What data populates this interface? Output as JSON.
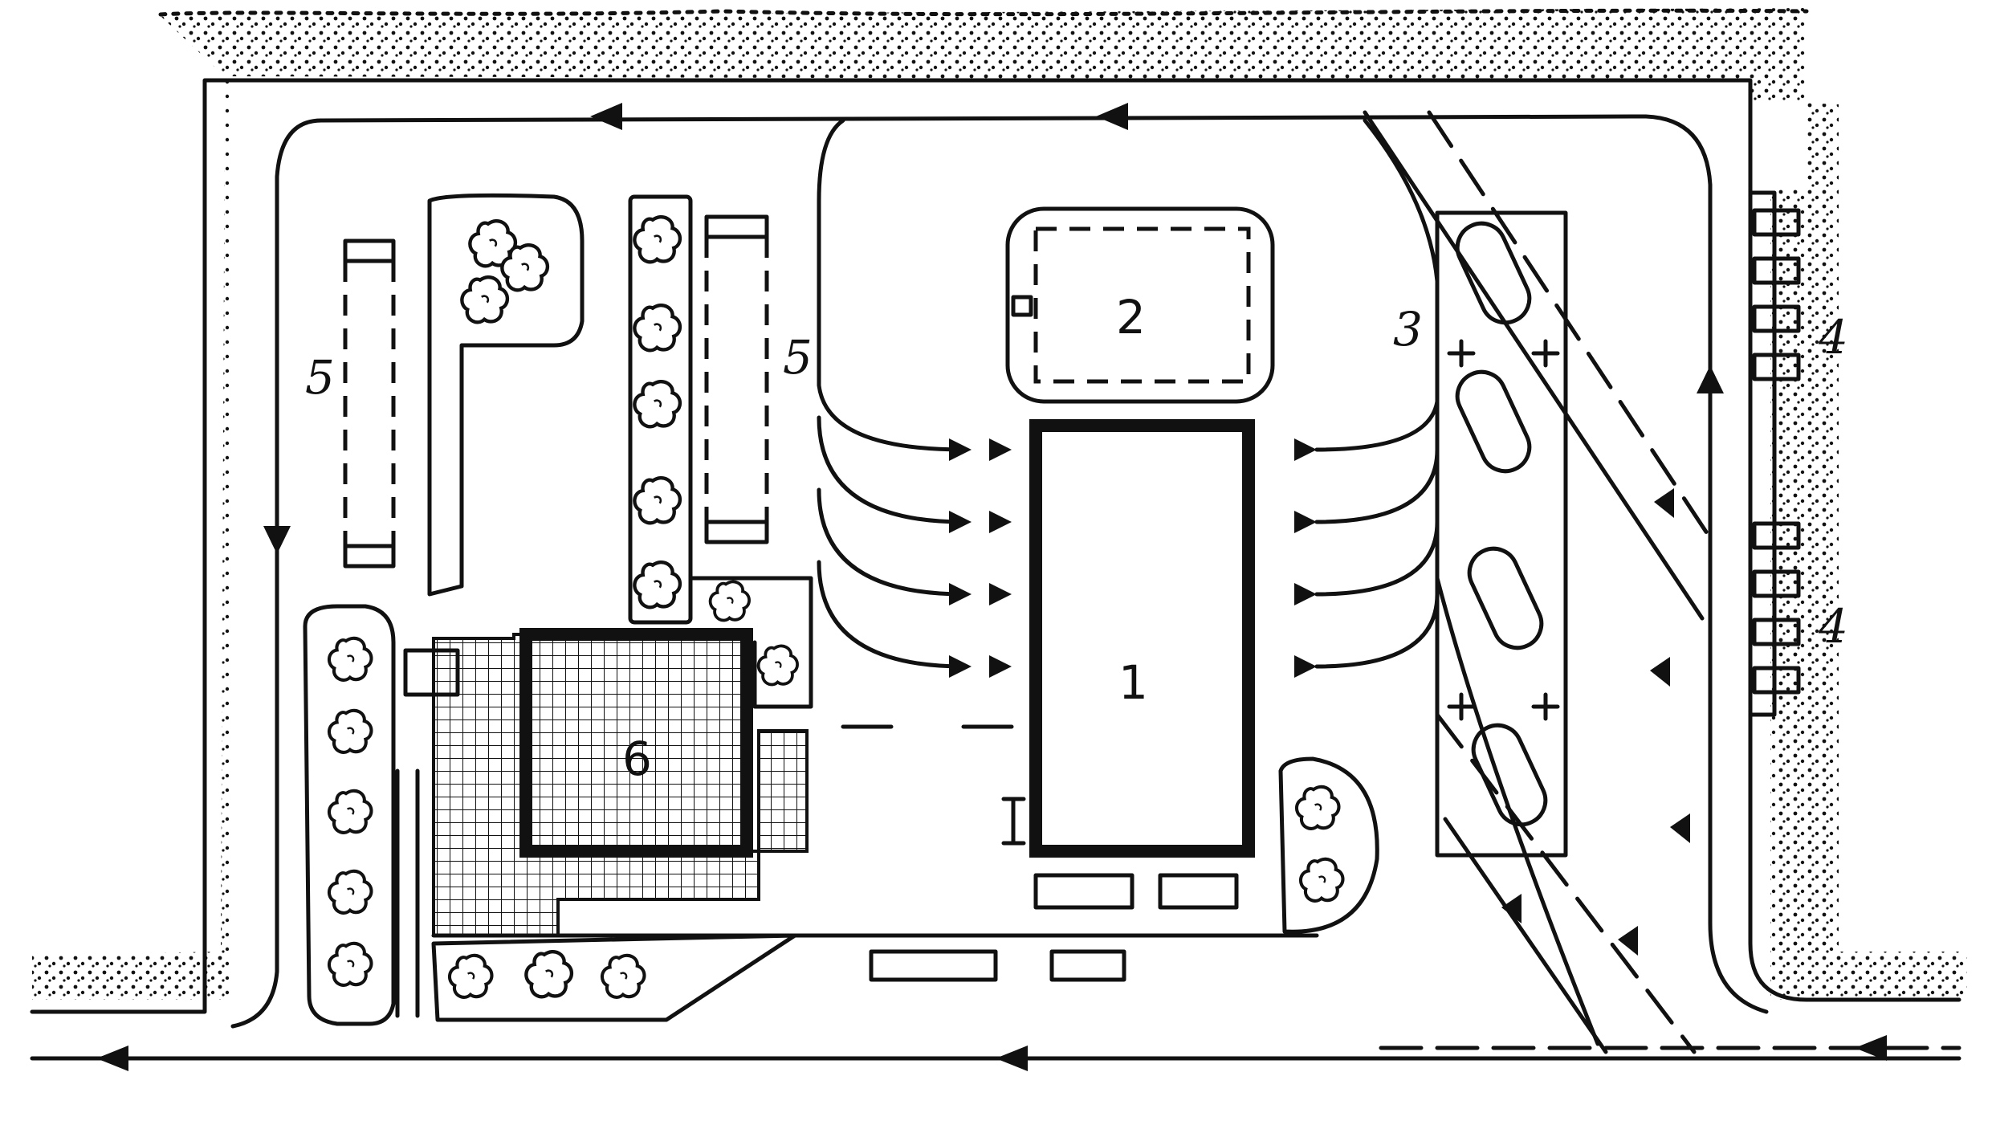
{
  "labels": {
    "building_main": "1",
    "building_2": "2",
    "parking_3": "3",
    "parking_4a": "4",
    "parking_4b": "4",
    "area_5a": "5",
    "area_5b": "5",
    "building_6": "6"
  },
  "colors": {
    "ink": "#111111",
    "paper": "#ffffff"
  }
}
